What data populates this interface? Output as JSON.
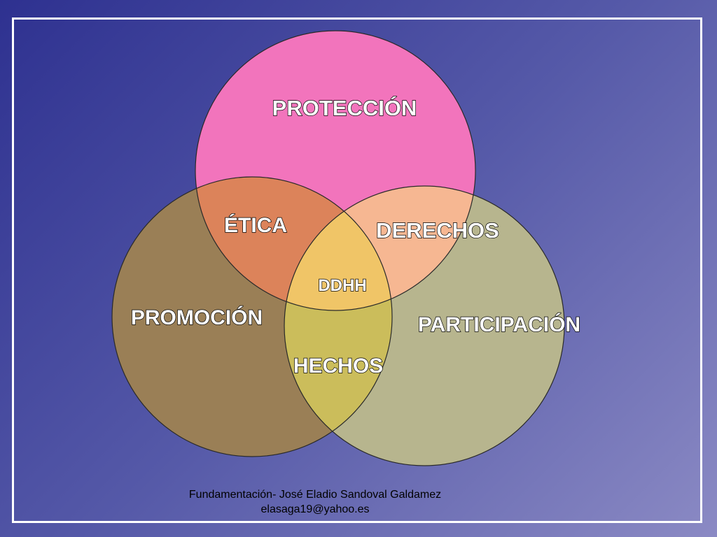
{
  "diagram": {
    "circles": {
      "proteccion": {
        "label": "PROTECCIÓN",
        "color": "#f274bc"
      },
      "promocion": {
        "label": "PROMOCIÓN",
        "color": "#9a7f56"
      },
      "participacion": {
        "label": "PARTICIPACIÓN",
        "color": "#b7b58e"
      }
    },
    "intersections": {
      "etica": {
        "label": "ÉTICA",
        "color": "#dc835a"
      },
      "derechos": {
        "label": "DERECHOS",
        "color": "#f6b792"
      },
      "hechos": {
        "label": "HECHOS",
        "color": "#cbbd5b"
      },
      "center": {
        "label": "DDHH",
        "color": "#f0c567"
      }
    }
  },
  "footer": {
    "line1": "Fundamentación- José Eladio Sandoval Galdamez",
    "line2": "elasaga19@yahoo.es"
  }
}
